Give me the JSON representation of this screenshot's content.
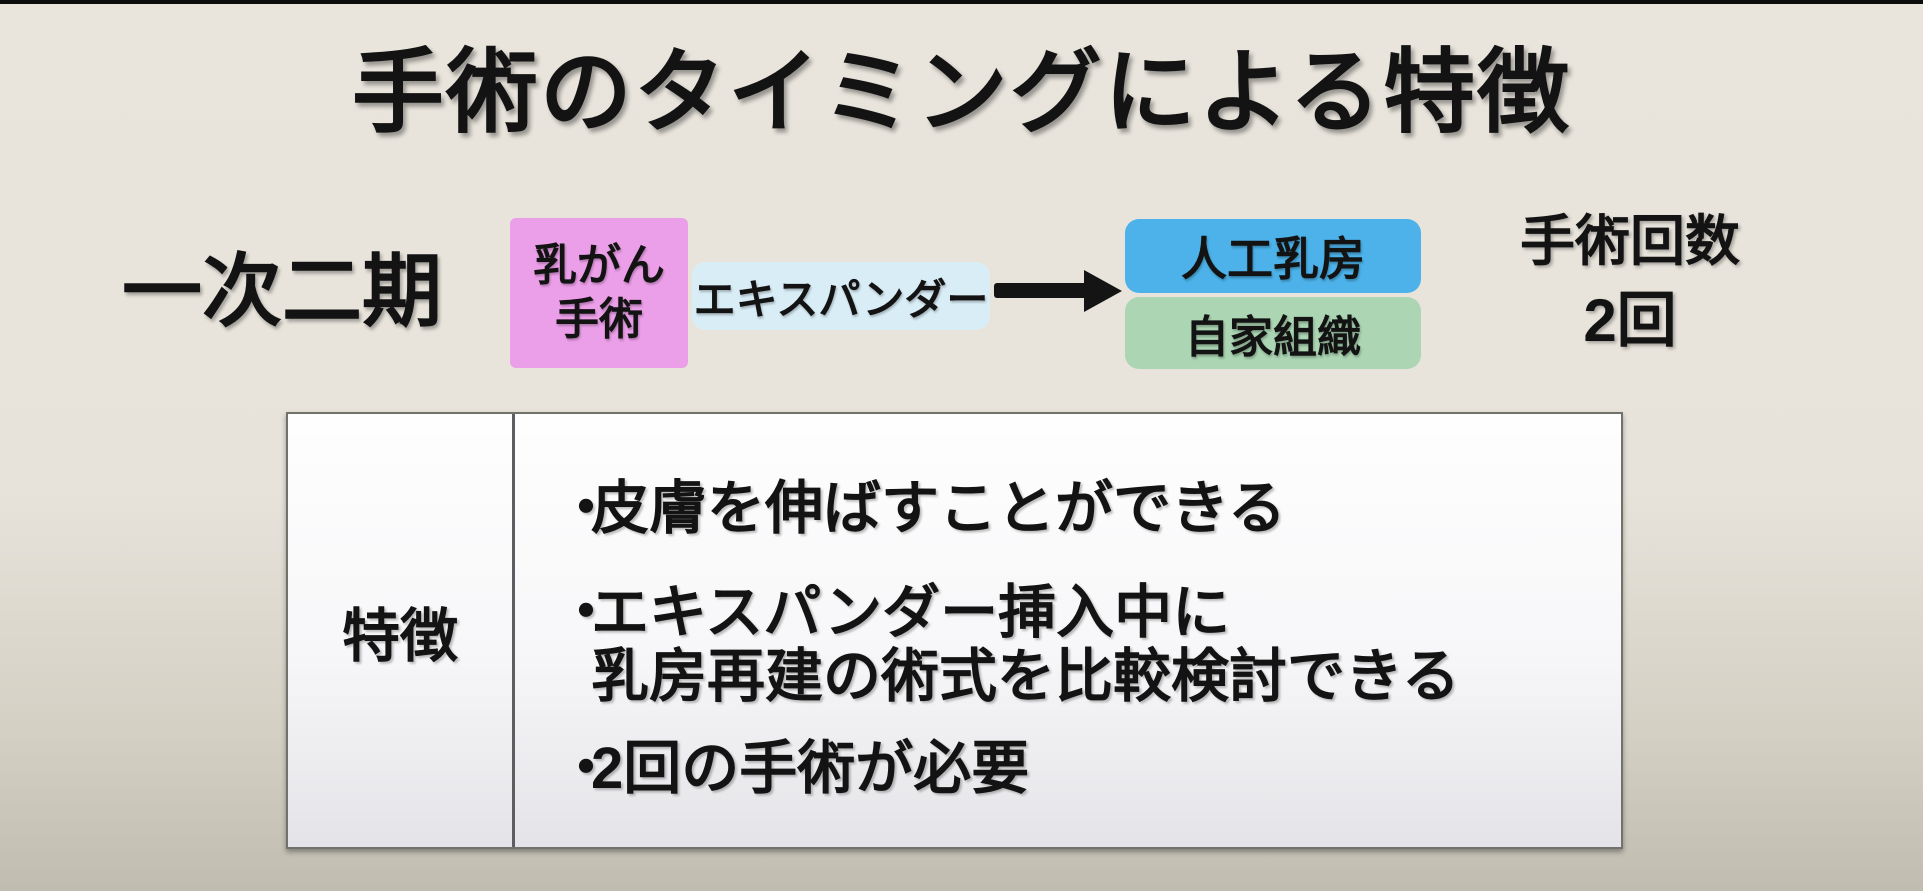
{
  "slide": {
    "title": "手術のタイミングによる特徴",
    "stage_label": "一次二期",
    "flow": {
      "step1": {
        "lines": [
          "乳がん",
          "手術"
        ],
        "color": "#ec9fe9"
      },
      "step2": {
        "label": "エキスパンダー",
        "color": "#d9edf7"
      },
      "arrow": "right-arrow",
      "outcomes": [
        {
          "label": "人工乳房",
          "color": "#4cb2e9"
        },
        {
          "label": "自家組織",
          "color": "#abd5b3"
        }
      ],
      "surgery_count": {
        "label": "手術回数",
        "value": "2回"
      }
    },
    "table": {
      "row_header": "特徴",
      "bullet_char": "・",
      "bullets": [
        {
          "lines": [
            "皮膚を伸ばすことができる"
          ]
        },
        {
          "lines": [
            "エキスパンダー挿入中に",
            "乳房再建の術式を比較検討できる"
          ]
        },
        {
          "lines": [
            "2回の手術が必要"
          ]
        }
      ]
    },
    "colors": {
      "background_top": "#e9e5dd",
      "background_bottom": "#c0bcb0",
      "text": "#131313",
      "table_border": "#72726d"
    }
  }
}
